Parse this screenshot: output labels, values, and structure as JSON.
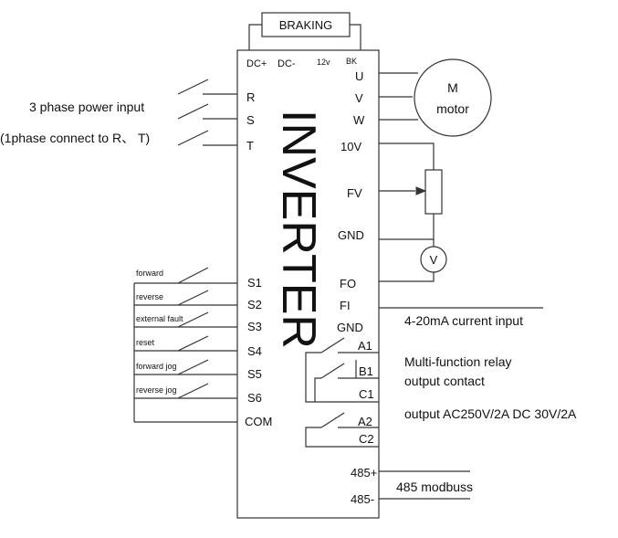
{
  "braking_label": "BRAKING",
  "inverter_label": "INVERTER",
  "top_terminals": [
    "DC+",
    "DC-",
    "12v",
    "BK"
  ],
  "power_terminals": [
    "R",
    "S",
    "T"
  ],
  "power_input": {
    "line1": "3 phase power input",
    "line2": "(1phase connect to R、 T)"
  },
  "output_terminals": [
    "U",
    "V",
    "W"
  ],
  "motor": {
    "symbol": "M",
    "label": "motor"
  },
  "analog_terminals": [
    "10V",
    "FV",
    "GND",
    "FO",
    "FI",
    "GND"
  ],
  "voltmeter": "V",
  "current_input_label": "4-20mA current input",
  "digital_inputs": [
    {
      "terminal": "S1",
      "function": "forward"
    },
    {
      "terminal": "S2",
      "function": "reverse"
    },
    {
      "terminal": "S3",
      "function": "external fault"
    },
    {
      "terminal": "S4",
      "function": "reset"
    },
    {
      "terminal": "S5",
      "function": "forward jog"
    },
    {
      "terminal": "S6",
      "function": "reverse jog"
    }
  ],
  "com_terminal": "COM",
  "relay_terminals": [
    "A1",
    "B1",
    "C1",
    "A2",
    "C2"
  ],
  "relay_text": {
    "line1": "Multi-function relay",
    "line2": "output contact",
    "line3": "output AC250V/2A DC 30V/2A"
  },
  "rs485_terminals": [
    "485+",
    "485-"
  ],
  "rs485_label": "485 modbuss"
}
